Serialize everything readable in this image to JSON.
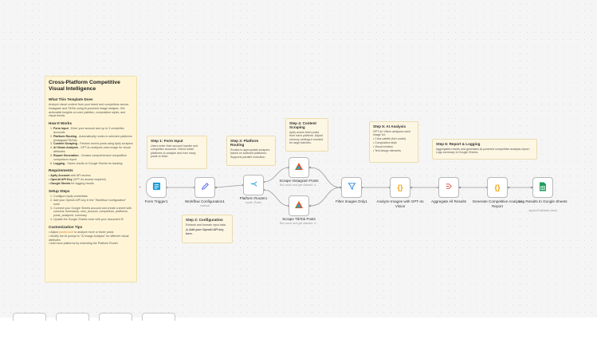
{
  "main_note": {
    "title": "Cross-Platform Competitive Visual Intelligence",
    "what_heading": "What This Template Does",
    "what_text": "Analyze visual content from your brand and competitors across Instagram and TikTok using AI-powered image analysis. Get actionable insights on color palettes, composition styles, and visual trends.",
    "how_heading": "How It Works",
    "how_steps": [
      {
        "bold": "Form Input",
        "text": " - Enter your account and up to 3 competitor accounts"
      },
      {
        "bold": "Platform Routing",
        "text": " - Automatically routes to selected platforms (Instagram/TikTok)"
      },
      {
        "bold": "Content Scraping",
        "text": " - Fetches recent posts using Apify scrapers"
      },
      {
        "bold": "AI Vision Analysis",
        "text": " - GPT-4o analyzes each image for visual attributes"
      },
      {
        "bold": "Report Generation",
        "text": " - Creates comprehensive competitive comparison report"
      },
      {
        "bold": "Logging",
        "text": " - Saves results to Google Sheets for tracking"
      }
    ],
    "req_heading": "Requirements",
    "requirements": [
      {
        "bold": "Apify Account",
        "text": " with API access"
      },
      {
        "bold": "OpenAI API Key",
        "text": " (GPT-4o access required)"
      },
      {
        "bold": "Google Sheets",
        "text": " for logging results"
      }
    ],
    "setup_heading": "Setup Steps",
    "setup_steps": [
      "Configure Apify credentials",
      "Add your OpenAI API key in the \"Workflow Configuration\" node",
      "Connect your Google Sheets account and create a sheet with columns: timestamp, user_account, competitors, platforms, posts_analyzed, summary",
      "Update the Google Sheets node with your document ID"
    ],
    "custom_heading": "Customization Tips",
    "custom_tips": [
      {
        "pre": "Adjust ",
        "hl": "postsCount",
        "post": " to analyze more or fewer posts"
      },
      {
        "pre": "Modify the AI prompt in \"AI Image Analysis\" for different visual attributes",
        "hl": "",
        "post": ""
      },
      {
        "pre": "Add more platforms by extending the Platform Router",
        "hl": "",
        "post": ""
      }
    ]
  },
  "step_notes": {
    "step1": {
      "title": "Step 1: Form Input",
      "text": "Users enter their account handle and competitor accounts. Select which platforms to analyze and how many posts to fetch."
    },
    "step2": {
      "title": "Step 2: Configuration",
      "text": "Extracts and formats input data.",
      "warning": "⚠ Add your OpenAI API key here."
    },
    "step3": {
      "title": "Step 3: Platform Routing",
      "text": "Routes to appropriate scrapers based on selected platforms. Supports parallel execution."
    },
    "step4": {
      "title": "Step 4: Content Scraping",
      "text": "Apify actors fetch posts from each platform. Adjust memory settings if needed for large batches."
    },
    "step5": {
      "title": "Step 5: AI Analysis",
      "text": "GPT-4o Vision analyzes each image for:",
      "items": [
        "Color palette (hex codes)",
        "Composition style",
        "Visual emotion",
        "Text design elements"
      ]
    },
    "step6": {
      "title": "Step 6: Report & Logging",
      "text": "Aggregates results and generates AI-powered competitive analysis report. Logs summary to Google Sheets."
    }
  },
  "nodes": [
    {
      "id": "form-trigger",
      "label": "Form Trigger1",
      "sub": "",
      "icon": "form-icon",
      "color": "#1a9bd7"
    },
    {
      "id": "workflow-config",
      "label": "Workflow Configuration1",
      "sub": "manual",
      "icon": "pencil-icon",
      "color": "#5b6ee1"
    },
    {
      "id": "platform-router",
      "label": "Platform Router1",
      "sub": "mode: Rules",
      "icon": "router-icon",
      "color": "#1a9bd7"
    },
    {
      "id": "scrape-instagram",
      "label": "Scrape Instagram Posts",
      "sub": "Run actor and get dataset: 4...",
      "icon": "apify-icon",
      "color": "#e0542b"
    },
    {
      "id": "scrape-tiktok",
      "label": "Scrape TikTok Posts",
      "sub": "Run actor and get dataset: 4...",
      "icon": "apify-icon",
      "color": "#e0542b"
    },
    {
      "id": "filter-images",
      "label": "Filter Images Only1",
      "sub": "",
      "icon": "filter-icon",
      "color": "#2f88d8"
    },
    {
      "id": "analyze-images",
      "label": "Analyze Images with GPT-4o Vision",
      "sub": "",
      "icon": "code-icon",
      "color": "#f0a30a"
    },
    {
      "id": "aggregate",
      "label": "Aggregate All Results",
      "sub": "",
      "icon": "aggregate-icon",
      "color": "#e05a4f"
    },
    {
      "id": "generate-report",
      "label": "Generate Competitive Analysis Report",
      "sub": "",
      "icon": "code-icon",
      "color": "#f0a30a"
    },
    {
      "id": "log-sheets",
      "label": "Log Results to Google Sheets",
      "sub": "append/Validate sheet",
      "icon": "sheets-icon",
      "color": "#1e9e5a"
    }
  ]
}
